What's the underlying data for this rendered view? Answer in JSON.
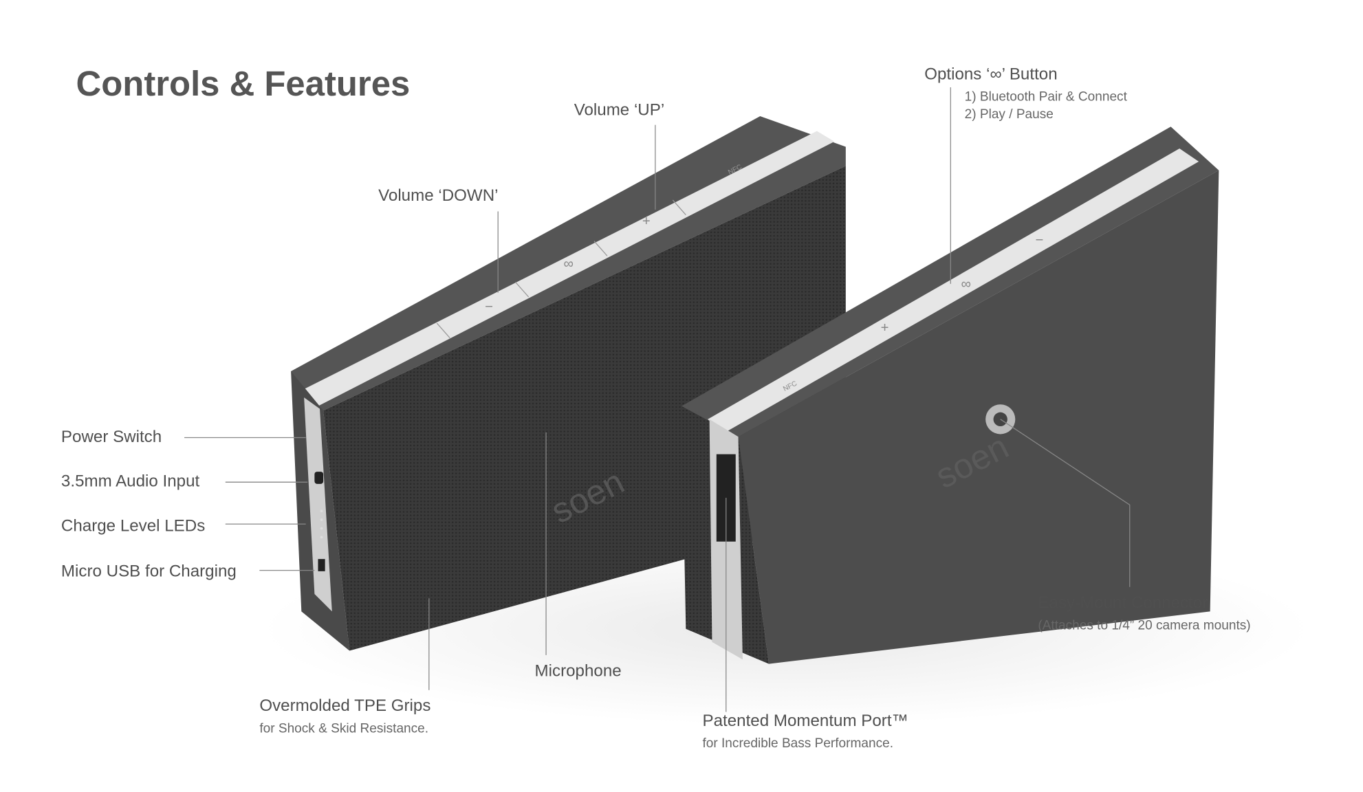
{
  "title": "Controls & Features",
  "labels": {
    "volume_up": "Volume ‘UP’",
    "volume_down": "Volume ‘DOWN’",
    "options": {
      "title": "Options ‘∞’ Button",
      "items": [
        "1) Bluetooth Pair & Connect",
        "2) Play / Pause"
      ]
    },
    "power_switch": "Power Switch",
    "audio_input": "3.5mm Audio Input",
    "charge_leds": "Charge Level LEDs",
    "micro_usb": "Micro USB for Charging",
    "microphone": "Microphone",
    "grips": {
      "title": "Overmolded TPE Grips",
      "sub": "for Shock & Skid Resistance."
    },
    "port": {
      "title": "Patented Momentum Port™",
      "sub": "for Incredible Bass Performance."
    },
    "mount": {
      "title": "Easy-Mount Connector",
      "sub": "(Attaches to 1/4” 20 camera mounts)"
    }
  },
  "device": {
    "brand": "soen",
    "nfc": "NFC",
    "buttons": [
      "−",
      "∞",
      "+"
    ]
  },
  "colors": {
    "body": "#4a4a4a",
    "grille": "#3b3b3b",
    "band": "#e6e6e6",
    "text": "#4f4f4f",
    "leader": "#888888"
  }
}
